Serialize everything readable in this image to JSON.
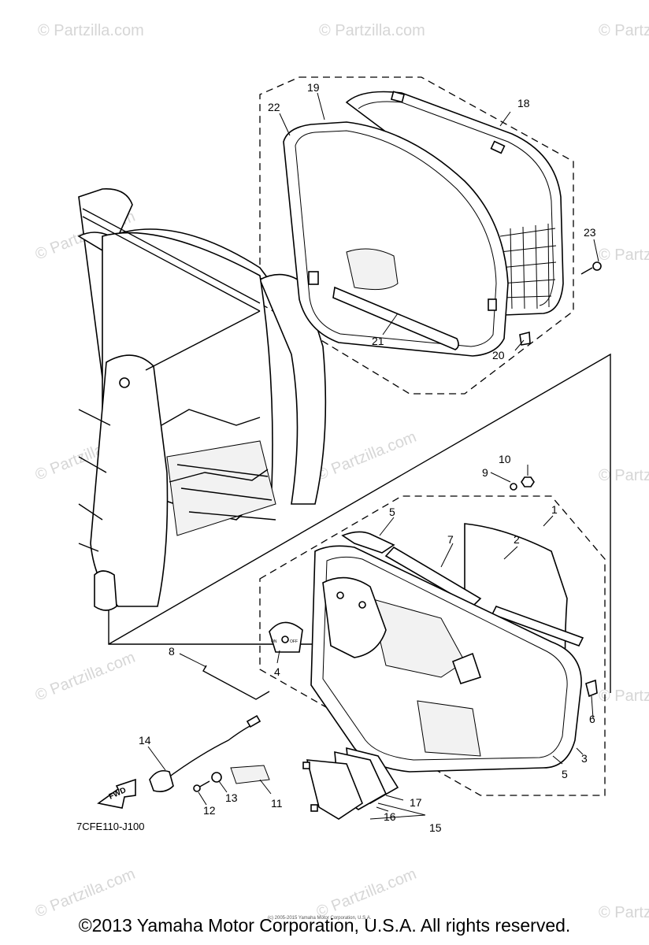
{
  "watermark": "© Partzilla.com",
  "callouts": [
    "1",
    "2",
    "3",
    "4",
    "5",
    "6",
    "7",
    "8",
    "9",
    "10",
    "11",
    "12",
    "13",
    "14",
    "15",
    "16",
    "17",
    "18",
    "19",
    "20",
    "21",
    "22",
    "23"
  ],
  "fwd_label": "FWD",
  "switch_labels": {
    "on": "ON",
    "off": "OFF"
  },
  "diagram_code": "7CFE110-J100",
  "footer": "©2013 Yamaha Motor Corporation, U.S.A. All rights reserved.",
  "tiny_copyright": "(c) 2005-2015 Yamaha Motor Corporation, U.S.A."
}
